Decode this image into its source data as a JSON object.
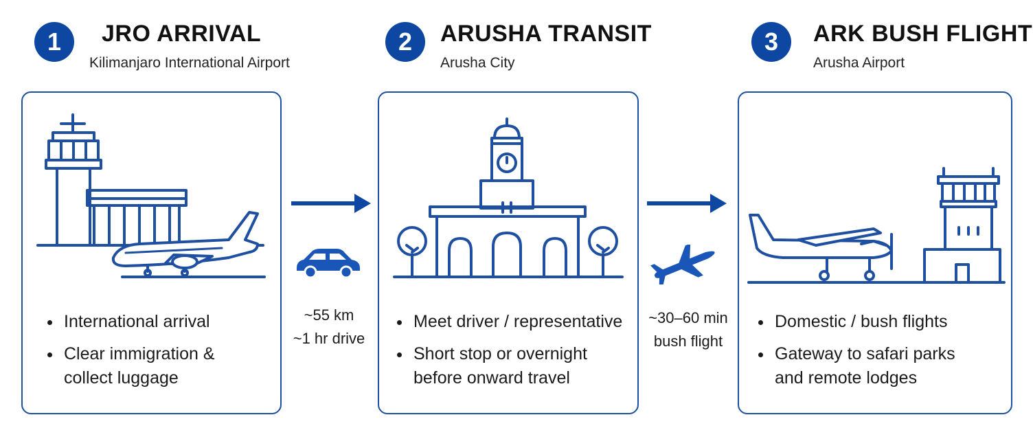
{
  "steps": [
    {
      "number": "1",
      "title": "JRO ARRIVAL",
      "subtitle": "Kilimanjaro International Airport",
      "bullets": [
        "International arrival",
        "Clear immigration & collect luggage"
      ],
      "illustration": "airport-terminal-icon"
    },
    {
      "number": "2",
      "title": "ARUSHA TRANSIT",
      "subtitle": "Arusha City",
      "bullets": [
        "Meet driver / representative",
        "Short stop or overnight before onward travel"
      ],
      "illustration": "clock-tower-building-icon"
    },
    {
      "number": "3",
      "title": "ARK BUSH FLIGHT",
      "subtitle": "Arusha Airport",
      "bullets": [
        "Domestic / bush flights",
        "Gateway to safari parks and remote lodges"
      ],
      "illustration": "small-plane-tower-icon"
    }
  ],
  "connectors": [
    {
      "line1": "~55 km",
      "line2": "~1 hr drive",
      "icon": "car-icon"
    },
    {
      "line1": "~30–60 min",
      "line2": "bush flight",
      "icon": "airplane-icon"
    }
  ],
  "colors": {
    "accent": "#0d47a1",
    "line": "#1e4fa0"
  }
}
